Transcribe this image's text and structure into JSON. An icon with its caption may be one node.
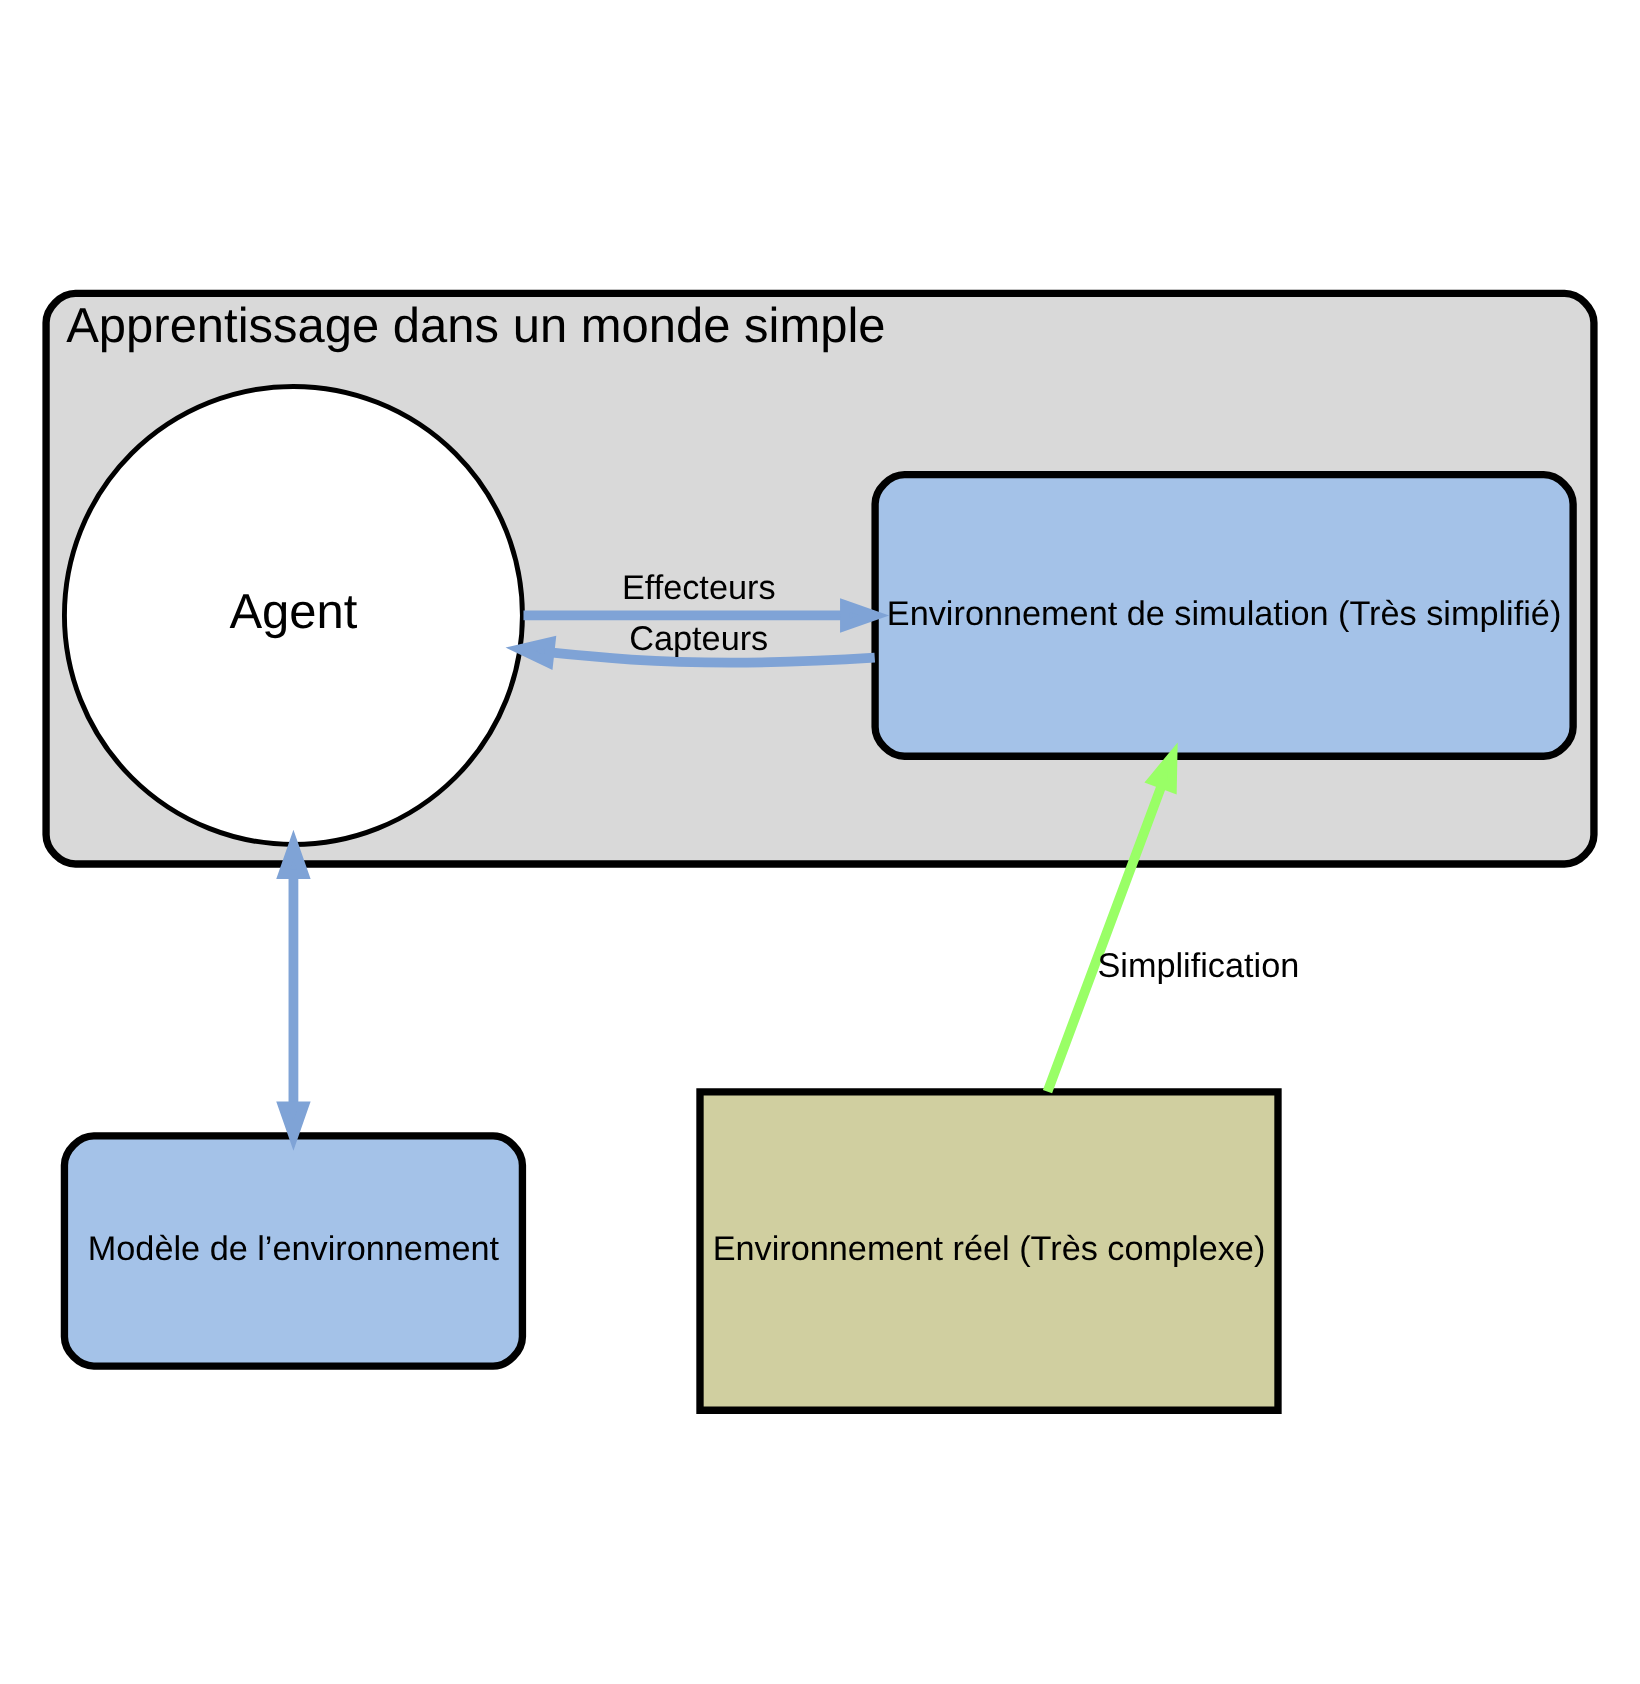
{
  "diagram": {
    "nodes": [
      {
        "text": [
          "Apprentissage dans un monde simple"
        ]
      },
      {
        "text": [
          "Environnement de simulation (Très simplifié)"
        ],
        "in": 0
      },
      {
        "text": [
          "Agent"
        ],
        "in": 0
      },
      {
        "text": [
          "Environnement réel (Très complexe)"
        ]
      },
      {
        "text": [
          "Modèle de l’environnement"
        ]
      }
    ],
    "edges": [
      {
        "from": 1,
        "to": 2,
        "arrow": "to",
        "label": "Capteurs"
      },
      {
        "from": 2,
        "to": 1,
        "arrow": "to",
        "label": "Effecteurs"
      },
      {
        "from": 3,
        "to": 1,
        "arrow": "to",
        "label": "Simplification",
        "color": "#99ff66"
      },
      {
        "from": 2,
        "to": 4,
        "arrow": "both"
      }
    ]
  }
}
